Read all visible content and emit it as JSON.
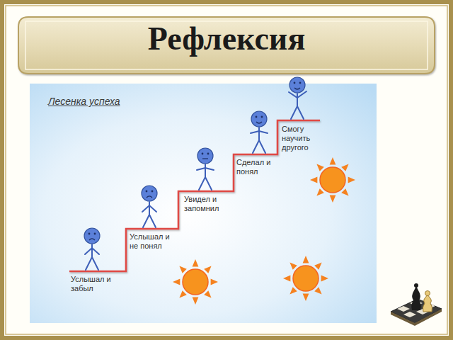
{
  "diagram": {
    "title": "Рефлексия",
    "labels": [
      "Лесенка успеха",
      "Услышал и забыл",
      "Услышал и не понял",
      "Увидел и запомнил",
      "Сделал и понял",
      "Смогу научить другого"
    ]
  }
}
